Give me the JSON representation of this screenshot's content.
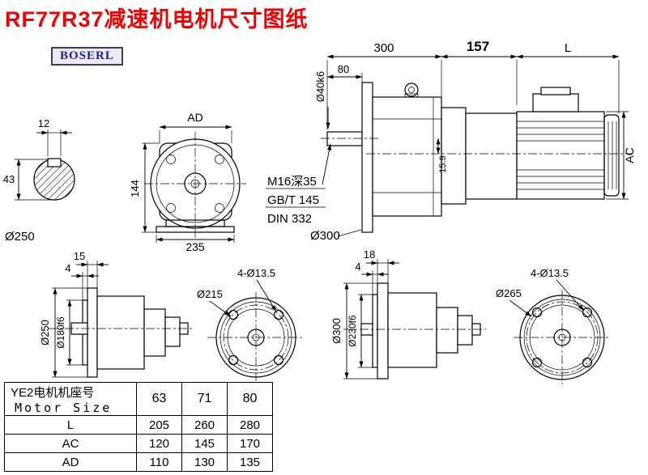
{
  "title": "RF77R37减速机电机尺寸图纸",
  "logo": "BOSERL",
  "colors": {
    "title_red": "#f20000",
    "logo_blue": "#1c1ca8",
    "line": "#000000"
  },
  "drawing": {
    "top_view": {
      "dim_300": "300",
      "dim_157": "157",
      "dim_L": "L",
      "dim_80": "80",
      "shaft_dia": "Ø40k6",
      "dim_AC": "AC",
      "dim_159": "15.9",
      "note_tap": "M16深35",
      "note_gb": "GB/T 145",
      "note_din": "DIN 332",
      "flange_dia": "Ø300"
    },
    "key_section": {
      "dim_12": "12",
      "dim_43": "43",
      "flange_dia": "Ø250"
    },
    "front_view": {
      "dim_AD": "AD",
      "dim_144": "144",
      "dim_235": "235"
    },
    "flange250": {
      "dim_15": "15",
      "dim_4": "4",
      "od": "Ø250",
      "spigot": "Ø180f6",
      "holes": "4-Ø13.5",
      "bolt_circle": "Ø215"
    },
    "flange300": {
      "dim_18": "18",
      "dim_4": "4",
      "od": "Ø300",
      "spigot": "Ø230f6",
      "holes": "4-Ø13.5",
      "bolt_circle": "Ø265"
    }
  },
  "table": {
    "header_cn": "YE2电机机座号",
    "header_en": "Motor Size",
    "sizes": [
      "63",
      "71",
      "80"
    ],
    "rows": [
      {
        "label": "L",
        "values": [
          "205",
          "260",
          "280"
        ]
      },
      {
        "label": "AC",
        "values": [
          "120",
          "145",
          "170"
        ]
      },
      {
        "label": "AD",
        "values": [
          "110",
          "130",
          "135"
        ]
      }
    ]
  }
}
